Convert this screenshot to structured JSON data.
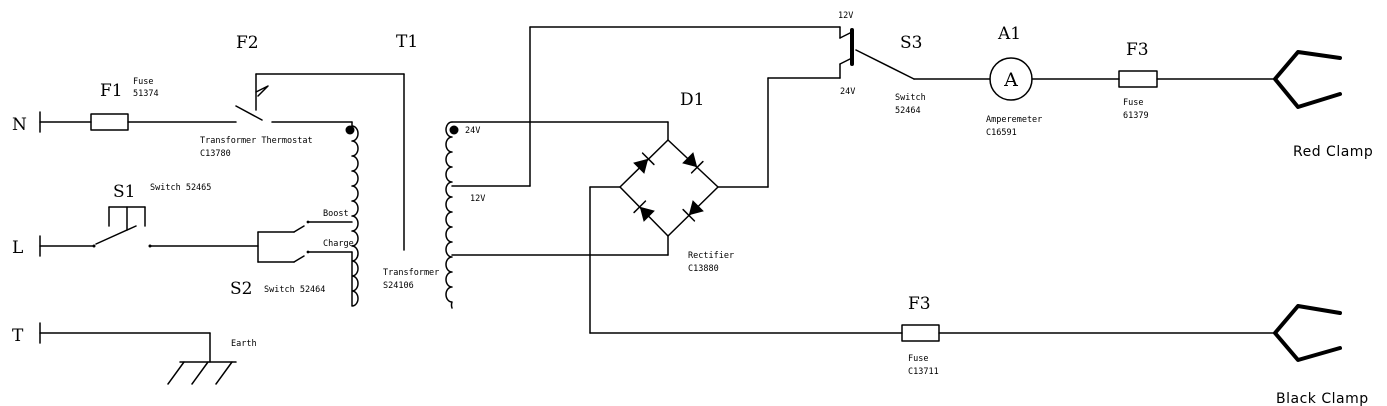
{
  "terminals": {
    "n": "N",
    "l": "L",
    "t": "T"
  },
  "f1": {
    "ref": "F1",
    "desc": "Fuse",
    "part": "51374"
  },
  "f2": {
    "ref": "F2",
    "desc": "Transformer Thermostat",
    "part": "C13780"
  },
  "t1": {
    "ref": "T1",
    "desc": "Transformer",
    "part": "S24106",
    "tap_24": "24V",
    "tap_12": "12V"
  },
  "s1": {
    "ref": "S1",
    "desc": "Switch 52465"
  },
  "s2": {
    "ref": "S2",
    "desc": "Switch 52464",
    "boost": "Boost",
    "charge": "Charge"
  },
  "earth": {
    "label": "Earth"
  },
  "d1": {
    "ref": "D1",
    "desc": "Rectifier",
    "part": "C13880"
  },
  "s3": {
    "ref": "S3",
    "desc": "Switch",
    "part": "52464",
    "pos_12": "12V",
    "pos_24": "24V"
  },
  "a1": {
    "ref": "A1",
    "symbol": "A",
    "desc": "Amperemeter",
    "part": "C16591"
  },
  "f3_top": {
    "ref": "F3",
    "desc": "Fuse",
    "part": "61379"
  },
  "f3_bottom": {
    "ref": "F3",
    "desc": "Fuse",
    "part": "C13711"
  },
  "clamps": {
    "red": "Red Clamp",
    "black": "Black Clamp"
  }
}
